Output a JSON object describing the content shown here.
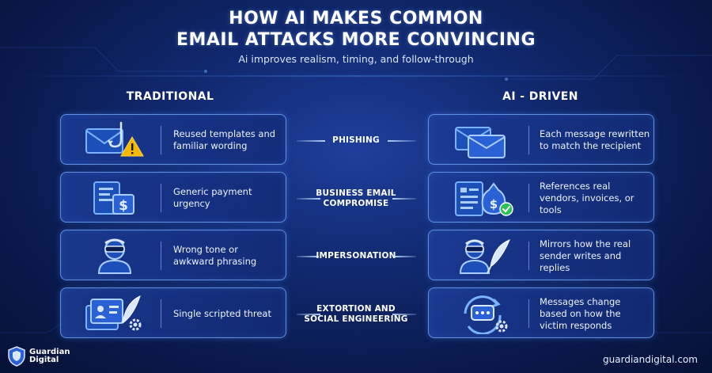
{
  "header": {
    "title_line1": "HOW AI MAKES COMMON",
    "title_line2": "EMAIL ATTACKS MORE CONVINCING",
    "subtitle": "Ai improves realism, timing, and follow-through"
  },
  "columns": {
    "left": "TRADITIONAL",
    "right": "AI - DRIVEN"
  },
  "rows": [
    {
      "category": "PHISHING",
      "traditional": "Reused templates and familiar wording",
      "ai": "Each message rewritten to match the recipient",
      "traditional_icon": "envelope-hook-warning-icon",
      "ai_icon": "stacked-envelopes-icon"
    },
    {
      "category_line1": "BUSINESS EMAIL",
      "category_line2": "COMPROMISE",
      "traditional": "Generic payment urgency",
      "ai": "References real vendors, invoices, or tools",
      "traditional_icon": "invoice-dollar-icon",
      "ai_icon": "invoice-moneybag-check-icon"
    },
    {
      "category": "IMPERSONATION",
      "traditional": "Wrong tone or awkward phrasing",
      "ai": "Mirrors how the real sender writes and replies",
      "traditional_icon": "masked-person-icon",
      "ai_icon": "masked-person-quill-icon"
    },
    {
      "category_line1": "EXTORTION AND",
      "category_line2": "SOCIAL ENGINEERING",
      "traditional": "Single scripted threat",
      "ai": "Messages change based on how the victim responds",
      "traditional_icon": "profile-quill-gear-icon",
      "ai_icon": "chat-cycle-gear-icon"
    }
  ],
  "footer": {
    "logo_line1": "Guardian",
    "logo_line2": "Digital",
    "url": "guardiandigital.com"
  },
  "colors": {
    "background": "#0a1a4d",
    "card_border": "#78afff",
    "icon_blue": "#3f8cff",
    "warning": "#f5b800",
    "check": "#2bc25a"
  }
}
